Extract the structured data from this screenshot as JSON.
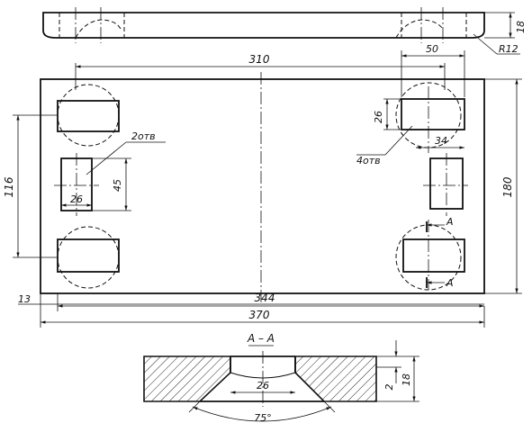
{
  "dimensions": {
    "top_thickness": "18",
    "radius": "R12",
    "slot_spacing": "310",
    "slot_length": "50",
    "slot_height": "26",
    "slot_width": "34",
    "note_left": "2отв",
    "note_right": "4отв",
    "slot_spacing_vertical": "116",
    "small_slot_width": "26",
    "small_slot_height": "45",
    "plate_height": "180",
    "edge_offset": "13",
    "inner_length": "344",
    "overall_length": "370",
    "section_mark_1": "A",
    "section_mark_2": "A",
    "section_title": "A – A",
    "section_width": "26",
    "section_depth": "2",
    "section_thickness": "18",
    "section_angle": "75°"
  }
}
